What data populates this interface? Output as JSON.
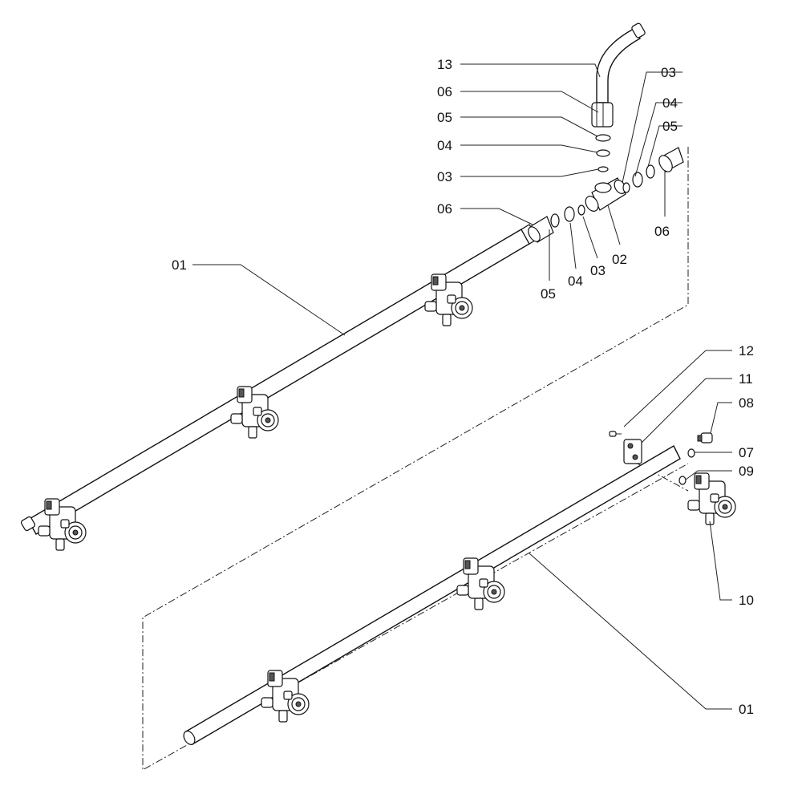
{
  "labels": {
    "l13": "13",
    "l06a": "06",
    "l05a": "05",
    "l04a": "04",
    "l03a": "03",
    "l06b": "06",
    "l03r": "03",
    "l04r": "04",
    "l05r": "05",
    "l06r": "06",
    "l05b": "05",
    "l04b": "04",
    "l03b": "03",
    "l02": "02",
    "l01a": "01",
    "l12": "12",
    "l11": "11",
    "l08": "08",
    "l07": "07",
    "l09": "09",
    "l10": "10",
    "l01b": "01"
  }
}
